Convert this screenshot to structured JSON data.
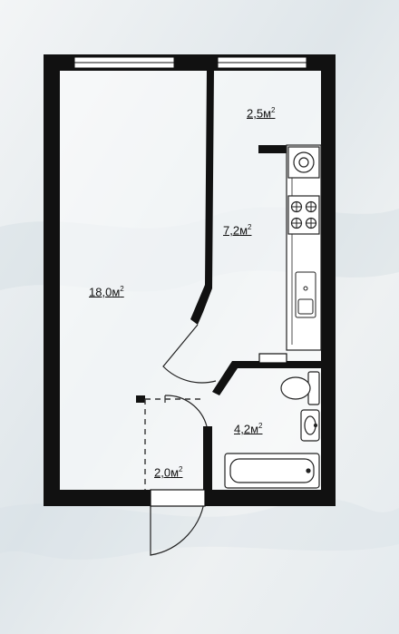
{
  "rooms": [
    {
      "id": "living",
      "area": "18,0",
      "unit": "м",
      "exp": "2"
    },
    {
      "id": "balcony",
      "area": "2,5",
      "unit": "м",
      "exp": "2"
    },
    {
      "id": "kitchen",
      "area": "7,2",
      "unit": "м",
      "exp": "2"
    },
    {
      "id": "bathroom",
      "area": "4,2",
      "unit": "м",
      "exp": "2"
    },
    {
      "id": "hall",
      "area": "2,0",
      "unit": "м",
      "exp": "2"
    }
  ],
  "colors": {
    "background": "#eef1f2",
    "wall": "#111111",
    "window": "#ffffff",
    "fixture_stroke": "#222222"
  },
  "icons": [
    "stove-icon",
    "washing-machine-icon",
    "sink-icon",
    "toilet-icon",
    "bathtub-icon",
    "kitchen-counter-icon",
    "door-swing-icon"
  ]
}
